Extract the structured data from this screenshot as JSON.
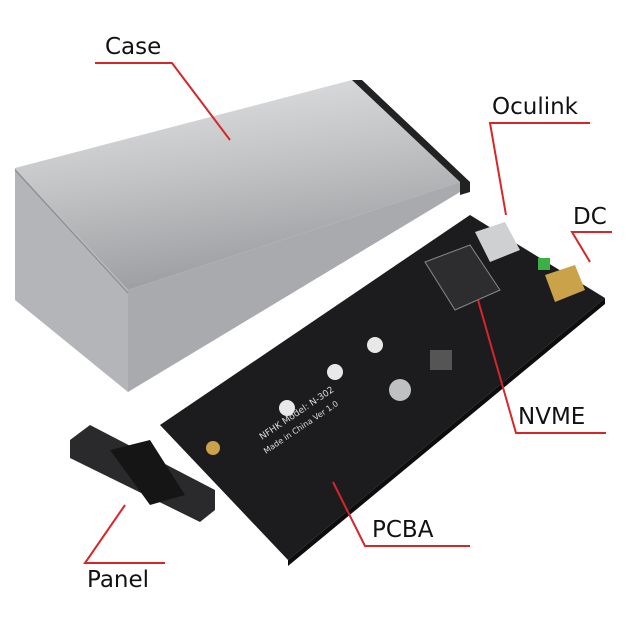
{
  "labels": {
    "case": "Case",
    "oculink": "Oculink",
    "dc": "DC",
    "nvme": "NVME",
    "pcba": "PCBA",
    "panel": "Panel"
  },
  "pcb_print": {
    "brand": "NFHK",
    "model": "NFHK Model: N-302",
    "origin": "Made in China Ver 1.0"
  },
  "colors": {
    "leader_line": "#d6262a",
    "pcb": "#1c1c1e",
    "case": "#c9cacc"
  }
}
